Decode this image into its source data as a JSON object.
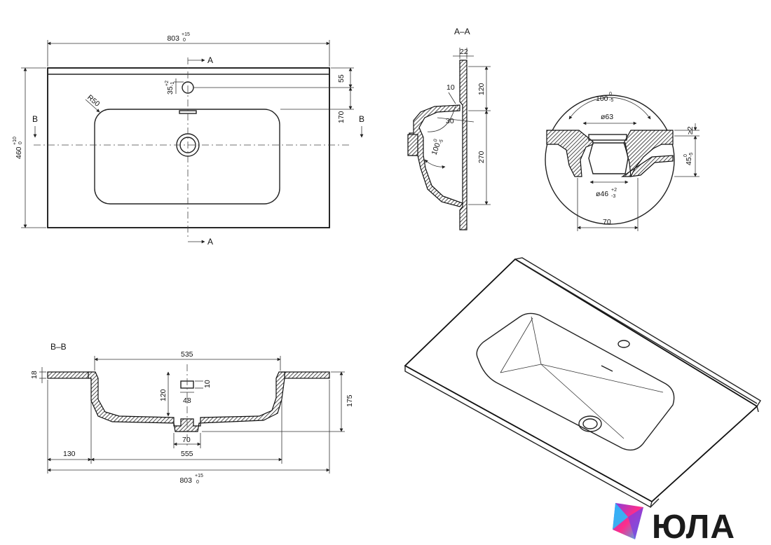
{
  "top_view": {
    "width_dim": "803",
    "width_tol_up": "+15",
    "width_tol_low": "0",
    "height_dim": "460",
    "height_tol_up": "+10",
    "height_tol_low": "0",
    "tap_offset": "35",
    "tap_tol_up": "+2",
    "tap_tol_low": "-1",
    "radius": "R50",
    "dim_right_top": "55",
    "dim_right_mid": "170",
    "section_a": "A",
    "section_b": "B"
  },
  "section_aa": {
    "title": "A–A",
    "thickness": "22",
    "dim_120": "120",
    "dim_270": "270",
    "dim_10": "10",
    "dim_30": "30",
    "angle": "100",
    "angle_tol_up": "0",
    "angle_tol_low": "-5"
  },
  "detail": {
    "angle": "100",
    "angle_tol_up": "0",
    "angle_tol_low": "-5",
    "dia_top": "ø63",
    "dia_bottom": "ø46",
    "dia_bottom_tol_up": "+2",
    "dia_bottom_tol_low": "-3",
    "width": "70",
    "right_top": "≥2",
    "right_bottom": "45",
    "right_bottom_tol_up": "0",
    "right_bottom_tol_low": "-5"
  },
  "section_bb": {
    "title": "B–B",
    "dim_535": "535",
    "dim_18": "18",
    "dim_120": "120",
    "dim_10": "10",
    "dim_48": "48",
    "dim_175": "175",
    "dim_70": "70",
    "dim_130": "130",
    "dim_555": "555",
    "dim_803": "803",
    "dim_803_tol_up": "+15",
    "dim_803_tol_low": "0"
  },
  "logo": {
    "text": "ЮЛА",
    "colors": [
      "#7b3fe4",
      "#ff2d8a",
      "#21c4ff"
    ]
  }
}
